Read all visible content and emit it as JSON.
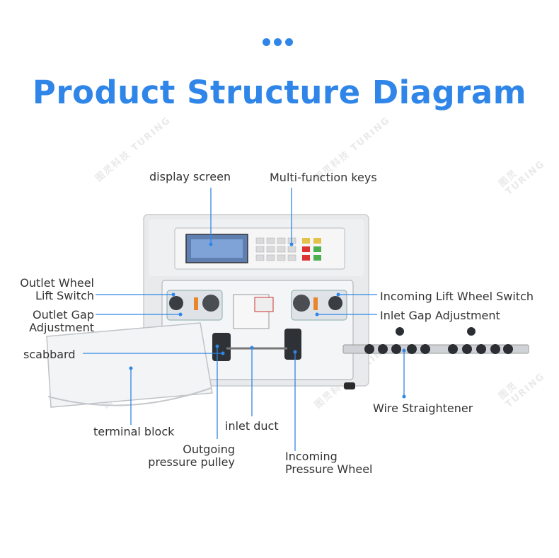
{
  "header": {
    "title": "Product Structure Diagram"
  },
  "labels": {
    "display_screen": "display screen",
    "multi_function_keys": "Multi-function keys",
    "outlet_wheel_lift_switch_1": "Outlet Wheel",
    "outlet_wheel_lift_switch_2": "Lift Switch",
    "outlet_gap_adjustment_1": "Outlet Gap",
    "outlet_gap_adjustment_2": "Adjustment",
    "scabbard": "scabbard",
    "terminal_block": "terminal block",
    "outgoing_pressure_pulley_1": "Outgoing",
    "outgoing_pressure_pulley_2": "pressure pulley",
    "inlet_duct": "inlet duct",
    "incoming_pressure_wheel_1": "Incoming",
    "incoming_pressure_wheel_2": "Pressure Wheel",
    "incoming_lift_wheel_switch": "Incoming Lift Wheel Switch",
    "inlet_gap_adjustment": "Inlet Gap Adjustment",
    "wire_straightener": "Wire Straightener"
  },
  "watermark": {
    "brand": "TURING",
    "brand_cn": "图灵科技"
  },
  "colors": {
    "accent": "#2f86e8",
    "callout_line": "#2f86e8"
  }
}
